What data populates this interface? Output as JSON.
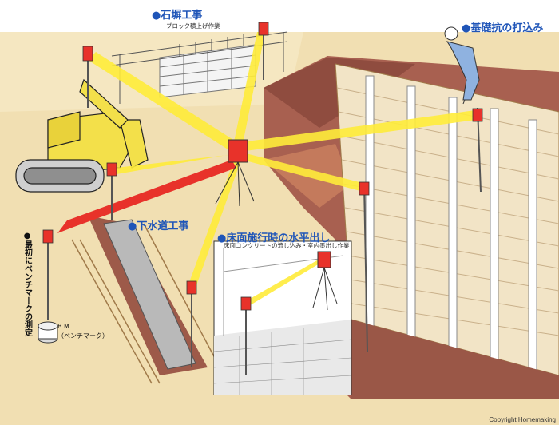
{
  "labels": {
    "masonry": {
      "title": "●石塀工事",
      "sub": "ブロック積上げ作業"
    },
    "foundation": {
      "title": "●基礎抗の打込み"
    },
    "sewer": {
      "title": "●下水道工事"
    },
    "floor": {
      "title": "●床面施行時の水平出し",
      "sub": "床面コンクリートの流し込み・室内墨出し作業"
    },
    "benchmark_note": "●最初にベンチマークの測定",
    "bm": {
      "code": "B.M",
      "desc": "（ベンチマーク）"
    }
  },
  "copyright": "Copyright Homemaking",
  "colors": {
    "beam": "#ffec3a",
    "ground": "#f1dfb2",
    "soil": "#a86050",
    "wall": "#f2e4c6",
    "arrow": "#e8322a",
    "title": "#1f55b8"
  }
}
